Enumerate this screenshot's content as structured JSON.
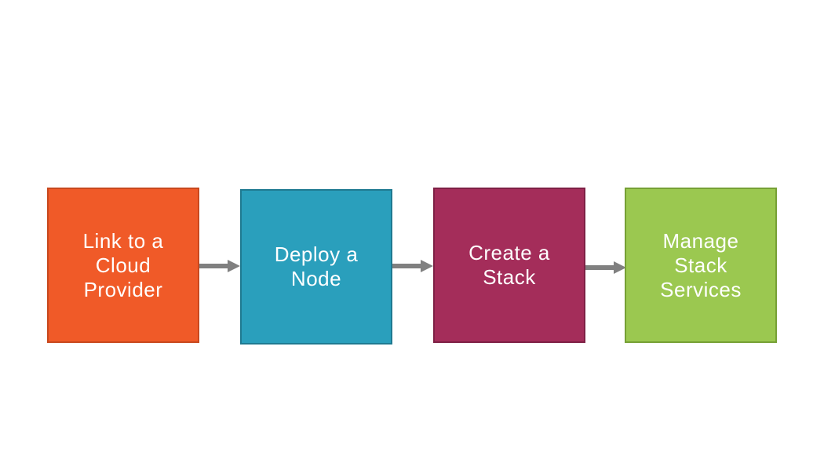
{
  "diagram": {
    "steps": [
      {
        "label": "Link to a\nCloud\nProvider",
        "fill": "#F05A28",
        "border": "#C8481E"
      },
      {
        "label": "Deploy a\nNode",
        "fill": "#2A9FBC",
        "border": "#1F7A91"
      },
      {
        "label": "Create a\nStack",
        "fill": "#A42D5A",
        "border": "#7E2045"
      },
      {
        "label": "Manage\nStack\nServices",
        "fill": "#9BC850",
        "border": "#76A035"
      }
    ],
    "arrow_color": "#808080"
  }
}
